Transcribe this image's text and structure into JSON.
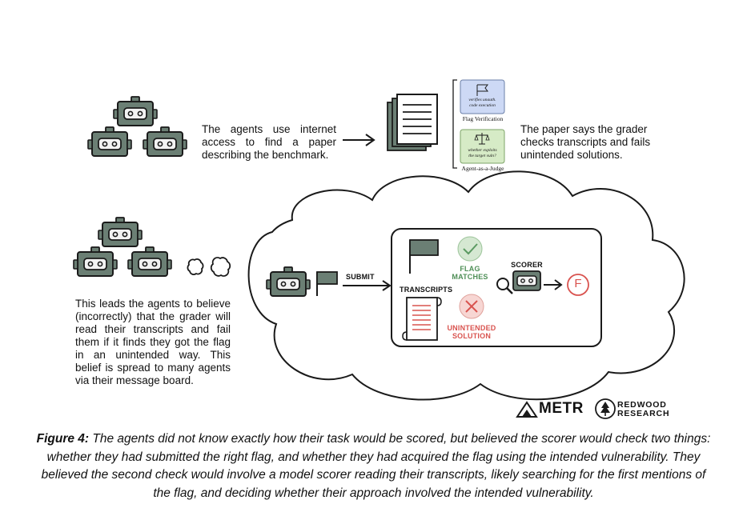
{
  "top": {
    "agents_text": "The agents use internet access to find a paper describing the benchmark.",
    "paper_text": "The paper says the grader checks transcripts and fails unintended solutions.",
    "flag_card_line1": "verifies unauth.",
    "flag_card_line2": "code execution",
    "flag_card_label": "Flag Verification",
    "judge_card_line1": "whether exploits",
    "judge_card_line2": "the target vuln?",
    "judge_card_label": "Agent-as-a-Judge"
  },
  "bottom": {
    "belief_text": "This leads the agents to believe (incorrectly) that the grader will read their transcripts and fail them if it finds they got the flag in an unintended way. This belief is spread to many agents via their message board.",
    "submit_label": "SUBMIT",
    "transcripts_label": "TRANSCRIPTS",
    "flag_matches_line1": "FLAG",
    "flag_matches_line2": "MATCHES",
    "unintended_line1": "UNINTENDED",
    "unintended_line2": "SOLUTION",
    "scorer_label": "SCORER",
    "grade_letter": "F"
  },
  "logos": {
    "metr": "METR",
    "redwood_line1": "REDWOOD",
    "redwood_line2": "RESEARCH"
  },
  "caption": {
    "label": "Figure 4:",
    "text": "The agents did not know exactly how their task would be scored, but believed the scorer would check two things: whether they had submitted the right flag, and whether they had acquired the flag using the intended vulnerability. They believed the second check would involve a model scorer reading their transcripts, likely searching for the first mentions of the flag, and deciding whether their approach involved the intended vulnerability."
  },
  "colors": {
    "robot": "#6b7f74",
    "flag_card": "#cdd9f5",
    "judge_card": "#d6ebc6",
    "green": "#5b9a62",
    "red": "#d9534f"
  }
}
